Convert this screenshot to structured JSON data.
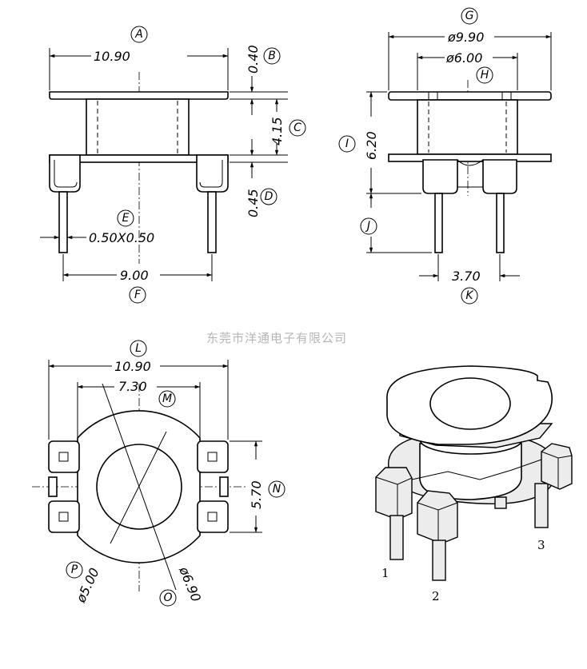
{
  "watermark": "东莞市洋通电子有限公司",
  "front_view": {
    "label_A": "A",
    "dim_A": "10.90",
    "label_B": "B",
    "dim_B": "0.40",
    "label_C": "C",
    "dim_C": "4.15",
    "label_D": "D",
    "dim_D": "0.45",
    "label_E": "E",
    "dim_E": "0.50X0.50",
    "label_F": "F",
    "dim_F": "9.00"
  },
  "side_view": {
    "label_G": "G",
    "dim_G": "ø9.90",
    "label_H": "H",
    "dim_H": "ø6.00",
    "label_I": "I",
    "dim_I": "6.20",
    "label_J": "J",
    "label_K": "K",
    "dim_K": "3.70"
  },
  "bottom_view": {
    "label_L": "L",
    "dim_L": "10.90",
    "label_M": "M",
    "dim_M": "7.30",
    "label_N": "N",
    "dim_N": "5.70",
    "label_O": "O",
    "dim_O": "ø6.90",
    "label_P": "P",
    "dim_P": "ø5.00"
  },
  "iso_view": {
    "pin_1": "1",
    "pin_2": "2",
    "pin_3": "3"
  }
}
